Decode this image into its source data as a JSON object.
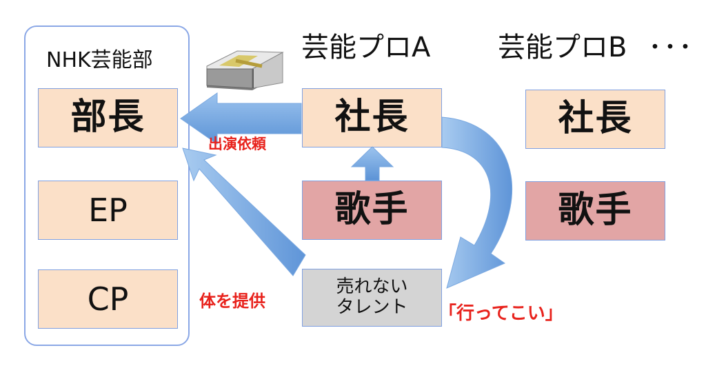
{
  "nhk": {
    "title": "NHK芸能部",
    "roles": [
      "部長",
      "EP",
      "CP"
    ]
  },
  "agency_a": {
    "title": "芸能プロA",
    "president": "社長",
    "singer": "歌手",
    "unsold_talent": "売れない\nタレント"
  },
  "agency_b": {
    "title": "芸能プロB",
    "ellipsis": "･･･",
    "president": "社長",
    "singer": "歌手"
  },
  "labels": {
    "appearance_request": "出演依頼",
    "offer_body": "体を提供",
    "go_quote": "「行ってこい」"
  },
  "colors": {
    "arrow_blue": "#6fa3df",
    "label_red": "#e8221c",
    "box_peach": "#fbe0c8",
    "box_rose": "#e2a5a5",
    "box_grey": "#d4d4d4",
    "border_blue": "#7f9fe0"
  },
  "icons": [
    "money-stack-icon"
  ]
}
